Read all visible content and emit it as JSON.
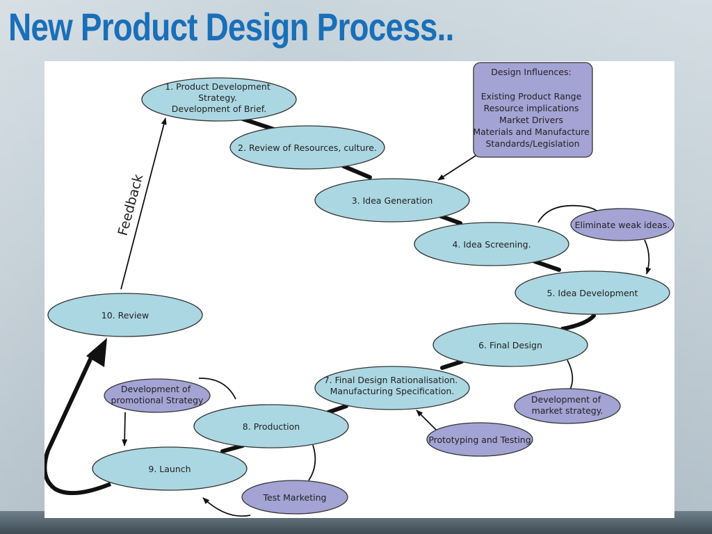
{
  "slide": {
    "title": "New Product Design Process.."
  },
  "stages": [
    {
      "lines": [
        "1. Product Development",
        "Strategy.",
        "Development of Brief."
      ]
    },
    {
      "lines": [
        "2. Review of Resources, culture."
      ]
    },
    {
      "lines": [
        "3. Idea Generation"
      ]
    },
    {
      "lines": [
        "4. Idea Screening."
      ]
    },
    {
      "lines": [
        "5. Idea Development"
      ]
    },
    {
      "lines": [
        "6. Final Design"
      ]
    },
    {
      "lines": [
        "7. Final Design Rationalisation.",
        "Manufacturing Specification."
      ]
    },
    {
      "lines": [
        "8. Production"
      ]
    },
    {
      "lines": [
        "9. Launch"
      ]
    },
    {
      "lines": [
        "10. Review"
      ]
    }
  ],
  "side_nodes": {
    "eliminate": "Eliminate weak ideas.",
    "market_strategy": [
      "Development of",
      "market strategy."
    ],
    "prototyping": "Prototyping and Testing",
    "promotional": [
      "Development of",
      "promotional Strategy"
    ],
    "test_marketing": "Test Marketing"
  },
  "influences": {
    "heading": "Design Influences:",
    "items": [
      "Existing Product Range",
      "Resource implications",
      "Market Drivers",
      "Materials and Manufacture",
      "Standards/Legislation"
    ]
  },
  "feedback_label": "Feedback",
  "colors": {
    "stage_fill": "#abd7e2",
    "side_fill": "#a3a3d4",
    "title": "#1a6fb8",
    "connector": "#111111"
  }
}
